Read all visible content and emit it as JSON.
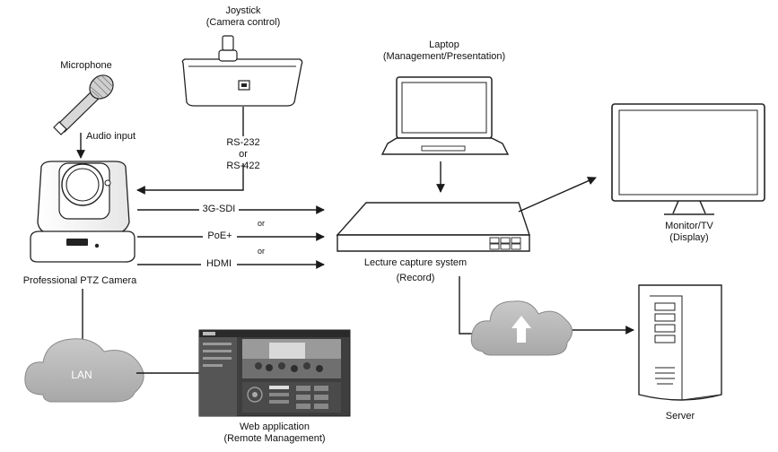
{
  "nodes": {
    "joystick": {
      "line1": "Joystick",
      "line2": "(Camera control)"
    },
    "microphone": {
      "label": "Microphone"
    },
    "laptop": {
      "line1": "Laptop",
      "line2": "(Management/Presentation)"
    },
    "camera": {
      "label": "Professional PTZ Camera"
    },
    "capture": {
      "line1": "Lecture capture system",
      "line2": "(Record)"
    },
    "monitor": {
      "line1": "Monitor/TV",
      "line2": "(Display)"
    },
    "lan": {
      "label": "LAN"
    },
    "webapp": {
      "line1": "Web application",
      "line2": "(Remote Management)"
    },
    "server": {
      "label": "Server"
    }
  },
  "connections": {
    "audio_input": "Audio input",
    "serial_1": "RS-232",
    "serial_or": "or",
    "serial_2": "RS-422",
    "sdi": "3G-SDI",
    "or_1": "or",
    "poe": "PoE+",
    "or_2": "or",
    "hdmi": "HDMI"
  },
  "colors": {
    "line": "#1a1a1a",
    "device_fill": "#ffffff",
    "device_stroke": "#222222",
    "cloud_fill": "#b5b5b5",
    "cloud_stroke": "#8a8a8a",
    "screen_dark": "#3a3a3a"
  }
}
